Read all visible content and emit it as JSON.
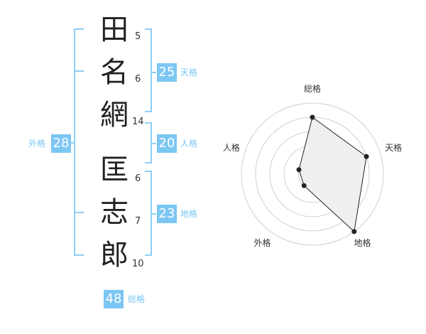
{
  "name": {
    "characters": [
      {
        "char": "田",
        "strokes": "5"
      },
      {
        "char": "名",
        "strokes": "6"
      },
      {
        "char": "網",
        "strokes": "14"
      },
      {
        "char": "匡",
        "strokes": "6"
      },
      {
        "char": "志",
        "strokes": "7"
      },
      {
        "char": "郎",
        "strokes": "10"
      }
    ]
  },
  "fortunes": {
    "tenkaku": {
      "value": "25",
      "label": "天格"
    },
    "jinkaku": {
      "value": "20",
      "label": "人格"
    },
    "chikaku": {
      "value": "23",
      "label": "地格"
    },
    "gaikaku": {
      "value": "28",
      "label": "外格"
    },
    "soukaku": {
      "value": "48",
      "label": "総格"
    }
  },
  "colors": {
    "accent": "#7cc6f3",
    "bracket": "#8ecff3",
    "radar_fill": "#efefef",
    "radar_line": "#222222"
  },
  "chart_data": {
    "type": "radar",
    "axes": [
      "総格",
      "天格",
      "地格",
      "外格",
      "人格"
    ],
    "values": [
      4,
      4,
      5,
      1,
      1
    ],
    "max": 5,
    "rings": 5
  }
}
